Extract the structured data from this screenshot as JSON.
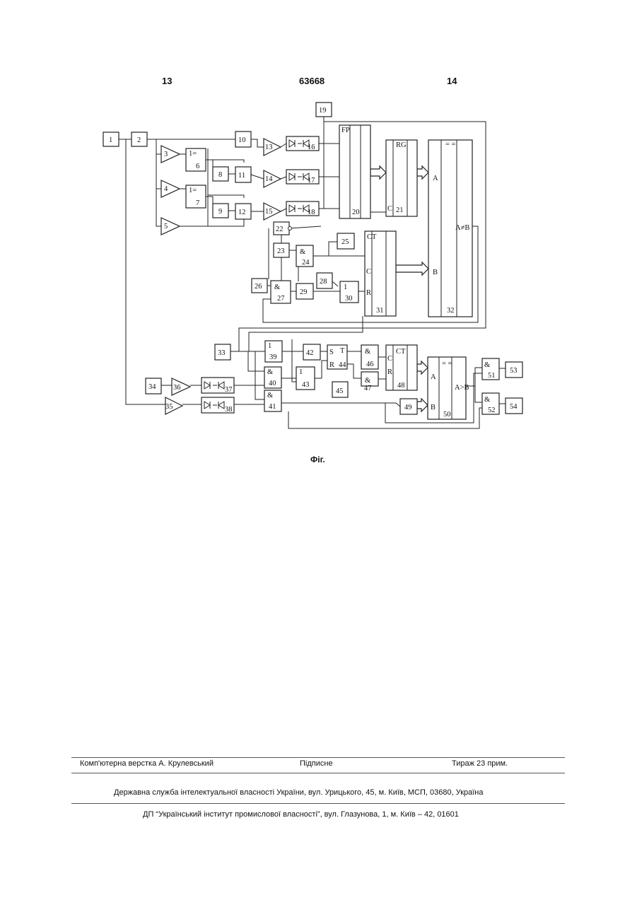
{
  "header": {
    "left_page": "13",
    "patent_number": "63668",
    "right_page": "14"
  },
  "diagram": {
    "caption": "Фіг.",
    "blocks": [
      {
        "id": "b1",
        "lines": [
          "1"
        ]
      },
      {
        "id": "b2",
        "lines": [
          "2"
        ]
      },
      {
        "id": "b3",
        "lines": [
          "3"
        ]
      },
      {
        "id": "b4",
        "lines": [
          "4"
        ]
      },
      {
        "id": "b5",
        "lines": [
          "5"
        ]
      },
      {
        "id": "b6",
        "lines": [
          "1=",
          "6"
        ]
      },
      {
        "id": "b7",
        "lines": [
          "1=",
          "7"
        ]
      },
      {
        "id": "b8",
        "lines": [
          "8"
        ]
      },
      {
        "id": "b9",
        "lines": [
          "9"
        ]
      },
      {
        "id": "b10",
        "lines": [
          "10"
        ]
      },
      {
        "id": "b11",
        "lines": [
          "11"
        ]
      },
      {
        "id": "b12",
        "lines": [
          "12"
        ]
      },
      {
        "id": "b13",
        "lines": [
          "13"
        ]
      },
      {
        "id": "b14",
        "lines": [
          "14"
        ]
      },
      {
        "id": "b15",
        "lines": [
          "15"
        ]
      },
      {
        "id": "b16",
        "lines": [
          "16"
        ]
      },
      {
        "id": "b17",
        "lines": [
          "17"
        ]
      },
      {
        "id": "b18",
        "lines": [
          "18"
        ]
      },
      {
        "id": "b19",
        "lines": [
          "19"
        ]
      },
      {
        "id": "b20",
        "lines": [
          "FP",
          "20"
        ]
      },
      {
        "id": "b21",
        "lines": [
          "RG",
          "C",
          "21"
        ]
      },
      {
        "id": "b22",
        "lines": [
          "22"
        ]
      },
      {
        "id": "b23",
        "lines": [
          "23"
        ]
      },
      {
        "id": "b24",
        "lines": [
          "&",
          "24"
        ]
      },
      {
        "id": "b25",
        "lines": [
          "25"
        ]
      },
      {
        "id": "b26",
        "lines": [
          "26"
        ]
      },
      {
        "id": "b27",
        "lines": [
          "&",
          "27"
        ]
      },
      {
        "id": "b28",
        "lines": [
          "28"
        ]
      },
      {
        "id": "b29",
        "lines": [
          "29"
        ]
      },
      {
        "id": "b30",
        "lines": [
          "1",
          "30"
        ]
      },
      {
        "id": "b31",
        "lines": [
          "CT",
          "C",
          "R",
          "31"
        ]
      },
      {
        "id": "b32",
        "lines": [
          "= =",
          "A",
          "B",
          "A≠B",
          "32"
        ]
      },
      {
        "id": "b33",
        "lines": [
          "33"
        ]
      },
      {
        "id": "b34",
        "lines": [
          "34"
        ]
      },
      {
        "id": "b35",
        "lines": [
          "35"
        ]
      },
      {
        "id": "b36",
        "lines": [
          "36"
        ]
      },
      {
        "id": "b37",
        "lines": [
          "37"
        ]
      },
      {
        "id": "b38",
        "lines": [
          "38"
        ]
      },
      {
        "id": "b39",
        "lines": [
          "1",
          "39"
        ]
      },
      {
        "id": "b40",
        "lines": [
          "&",
          "40"
        ]
      },
      {
        "id": "b41",
        "lines": [
          "&",
          "41"
        ]
      },
      {
        "id": "b42",
        "lines": [
          "42"
        ]
      },
      {
        "id": "b43",
        "lines": [
          "1",
          "43"
        ]
      },
      {
        "id": "b44",
        "lines": [
          "S",
          "T",
          "R",
          "44"
        ]
      },
      {
        "id": "b45",
        "lines": [
          "45"
        ]
      },
      {
        "id": "b46",
        "lines": [
          "&",
          "46"
        ]
      },
      {
        "id": "b47",
        "lines": [
          "&",
          "47"
        ]
      },
      {
        "id": "b48",
        "lines": [
          "CT",
          "C",
          "R",
          "48"
        ]
      },
      {
        "id": "b49",
        "lines": [
          "49"
        ]
      },
      {
        "id": "b50",
        "lines": [
          "= =",
          "A",
          "B",
          "A>B",
          "50"
        ]
      },
      {
        "id": "b51",
        "lines": [
          "&",
          "51"
        ]
      },
      {
        "id": "b52",
        "lines": [
          "&",
          "52"
        ]
      },
      {
        "id": "b53",
        "lines": [
          "53"
        ]
      },
      {
        "id": "b54",
        "lines": [
          "54"
        ]
      }
    ]
  },
  "footer": {
    "layout_credit": "Комп'ютерна верстка А. Крулевський",
    "signature_status": "Підписне",
    "print_run": "Тираж 23 прим.",
    "agency": "Державна служба інтелектуальної власності України, вул. Урицького, 45, м. Київ, МСП, 03680, Україна",
    "institute": "ДП “Український інститут промислової власності”, вул. Глазунова, 1, м. Київ – 42, 01601"
  }
}
